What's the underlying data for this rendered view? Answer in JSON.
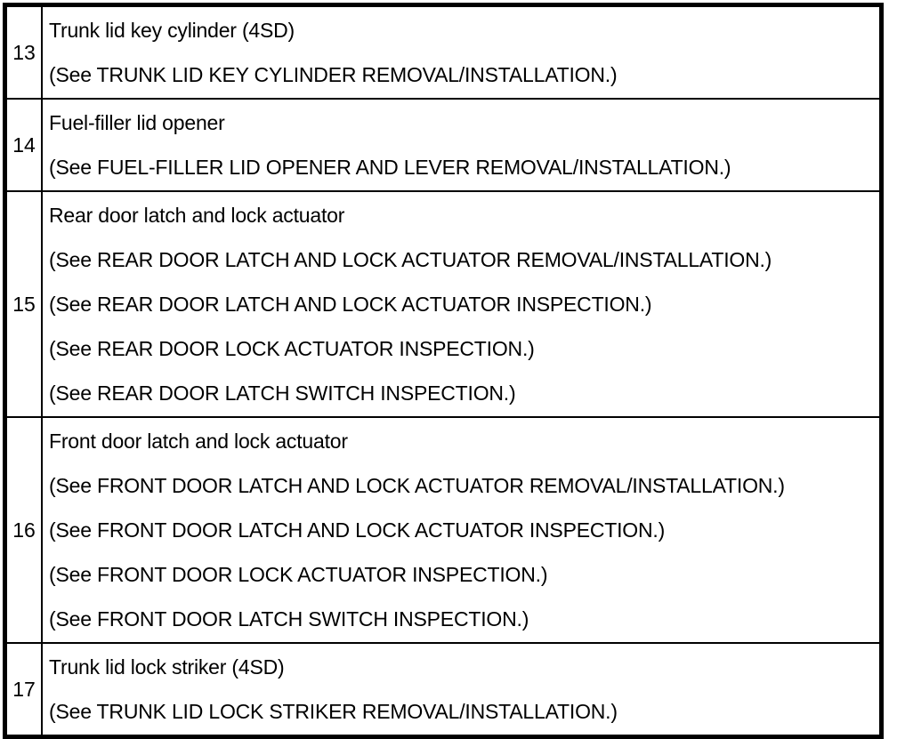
{
  "colors": {
    "border": "#000000",
    "background": "#ffffff",
    "text": "#000000"
  },
  "table": {
    "name": "service-manual-component-reference-table",
    "columns": [
      "item-number",
      "description-and-references"
    ],
    "rows": [
      {
        "num": "13",
        "lines": [
          "Trunk lid key cylinder (4SD)",
          "(See TRUNK LID KEY CYLINDER REMOVAL/INSTALLATION.)"
        ]
      },
      {
        "num": "14",
        "lines": [
          "Fuel-filler lid opener",
          "(See FUEL-FILLER LID OPENER AND LEVER REMOVAL/INSTALLATION.)"
        ]
      },
      {
        "num": "15",
        "lines": [
          "Rear door latch and lock actuator",
          "(See REAR DOOR LATCH AND LOCK ACTUATOR REMOVAL/INSTALLATION.)",
          "(See REAR DOOR LATCH AND LOCK ACTUATOR INSPECTION.)",
          "(See REAR DOOR LOCK ACTUATOR INSPECTION.)",
          "(See REAR DOOR LATCH SWITCH INSPECTION.)"
        ]
      },
      {
        "num": "16",
        "lines": [
          "Front door latch and lock actuator",
          "(See FRONT DOOR LATCH AND LOCK ACTUATOR REMOVAL/INSTALLATION.)",
          "(See FRONT DOOR LATCH AND LOCK ACTUATOR INSPECTION.)",
          "(See FRONT DOOR LOCK ACTUATOR INSPECTION.)",
          "(See FRONT DOOR LATCH SWITCH INSPECTION.)"
        ]
      },
      {
        "num": "17",
        "lines": [
          "Trunk lid lock striker (4SD)",
          "(See TRUNK LID LOCK STRIKER REMOVAL/INSTALLATION.)"
        ]
      }
    ]
  }
}
